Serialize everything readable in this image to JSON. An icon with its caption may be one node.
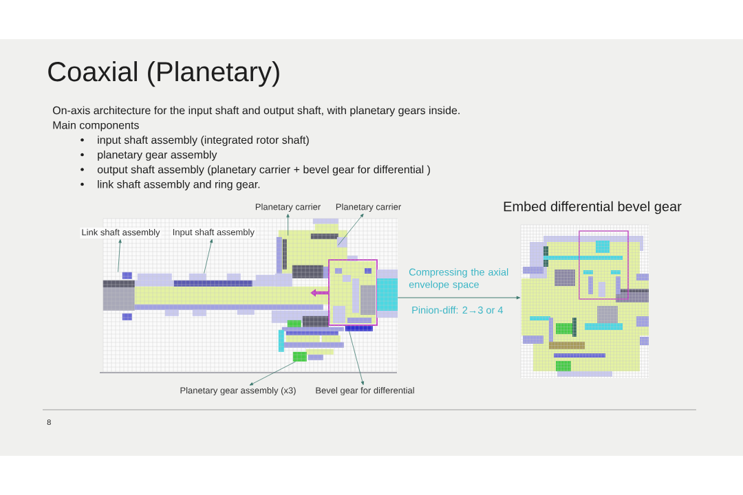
{
  "diagram": {
    "title": "Coaxial (Planetary)",
    "nodes": [
      {
        "text": [
          "Planetary carrier"
        ]
      },
      {
        "text": [
          "Planetary carrier"
        ]
      },
      {
        "text": [
          "Embed differential bevel gear"
        ]
      },
      {
        "text": [
          "Link shaft assembly"
        ]
      },
      {
        "text": [
          "Input shaft assembly"
        ],
        "in": 5
      },
      {
        "text": [],
        "shape": "picture"
      },
      {
        "text": [],
        "shape": "picture",
        "in": 5
      },
      {
        "text": [],
        "shape": "picture",
        "in": 5
      },
      {
        "text": [],
        "shape": "picture",
        "in": 5
      },
      {
        "text": [],
        "shape": "picture",
        "in": 5
      },
      {
        "text": [],
        "shape": "bar",
        "in": 5
      },
      {
        "text": [
          "Planetary gear assembly (x3)"
        ]
      },
      {
        "text": [
          "Bevel gear for differential"
        ]
      }
    ],
    "edges": [
      {
        "from": 6,
        "to": 3,
        "arrow": "to"
      },
      {
        "from": 7,
        "to": 4,
        "arrow": "to"
      },
      {
        "from": 8,
        "to": 0,
        "arrow": "to"
      },
      {
        "from": 8,
        "to": 1,
        "arrow": "to"
      },
      {
        "from": 9,
        "to": 11,
        "arrow": "to"
      },
      {
        "from": 10,
        "to": 12,
        "arrow": "to"
      },
      {
        "from": 5,
        "to": 2,
        "arrow": "to",
        "label": "Compressing the axial envelope space"
      }
    ],
    "labels": [
      "On-axis architecture for the input shaft and output shaft, with planetary gears inside.",
      "Main components",
      "input shaft assembly (integrated rotor shaft)",
      "planetary gear assembly",
      "output shaft assembly (planetary carrier + bevel gear for differential )",
      "link shaft assembly and ring gear.",
      "Pinion-diff: 2→3 or 4",
      "8"
    ]
  }
}
